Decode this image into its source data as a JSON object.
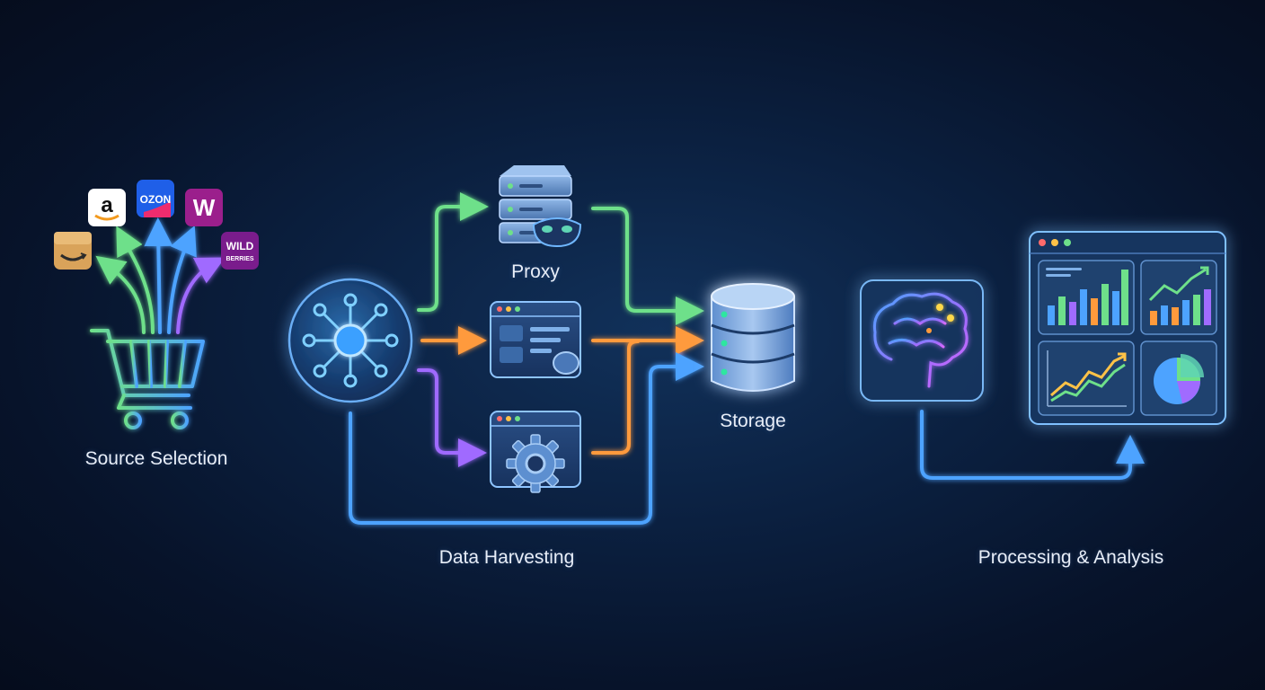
{
  "diagram": {
    "stages": {
      "source_selection": "Source Selection",
      "proxy": "Proxy",
      "storage": "Storage",
      "data_harvesting": "Data Harvesting",
      "processing_analysis": "Processing & Analysis"
    },
    "marketplaces": [
      {
        "name": "amazon",
        "glyph": "a",
        "color": "#ffffff",
        "icon": "amazon-logo-icon"
      },
      {
        "name": "ozon",
        "glyph": "OZON",
        "color": "#1f5fe8",
        "icon": "ozon-logo-icon"
      },
      {
        "name": "wildberries-w",
        "glyph": "W",
        "color": "#9b1f8c",
        "icon": "w-logo-icon"
      },
      {
        "name": "amazon-box",
        "glyph": "",
        "color": "#d9a35a",
        "icon": "amazon-box-icon"
      },
      {
        "name": "wildberries",
        "glyph": "WILD BERRIES",
        "color": "#7a1c8c",
        "icon": "wildberries-logo-icon"
      }
    ],
    "colors": {
      "blue": "#4da3ff",
      "green": "#6ee08a",
      "orange": "#ff9a3c",
      "purple": "#a06bff",
      "teal": "#5fd4b4"
    }
  }
}
